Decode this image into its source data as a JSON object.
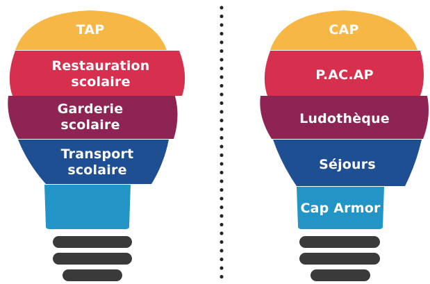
{
  "left_bulb": {
    "segments": [
      {
        "label": "TAP",
        "color": "#f6b745"
      },
      {
        "label": "Restauration\nscolaire",
        "color": "#d72f4e"
      },
      {
        "label": "Garderie\nscolaire",
        "color": "#8e2453"
      },
      {
        "label": "Transport\nscolaire",
        "color": "#1e4f92"
      },
      {
        "label": "",
        "color": "#2394c6"
      }
    ],
    "base_color": "#3a3a3a"
  },
  "right_bulb": {
    "segments": [
      {
        "label": "CAP",
        "color": "#f6b745"
      },
      {
        "label": "P.AC.AP",
        "color": "#d72f4e"
      },
      {
        "label": "Ludothèque",
        "color": "#8e2453"
      },
      {
        "label": "Séjours",
        "color": "#1e4f92"
      },
      {
        "label": "Cap Armor",
        "color": "#2394c6"
      }
    ],
    "base_color": "#3a3a3a"
  },
  "divider": {
    "style": "dotted",
    "color": "#222222"
  }
}
